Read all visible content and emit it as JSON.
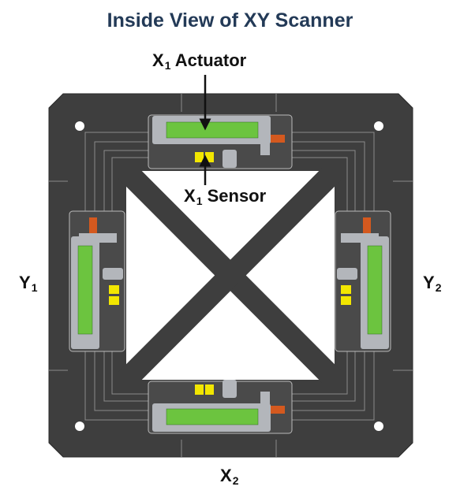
{
  "title": "Inside View of XY Scanner",
  "colors": {
    "title": "#233a57",
    "frame": "#3e3e3e",
    "frame_line": "#8a8a8a",
    "actuator_green": "#6cc43f",
    "mount_gray": "#b3b6bb",
    "sensor_yellow": "#f2e600",
    "coil_orange": "#d4591f",
    "background": "#ffffff"
  },
  "labels": {
    "x1_actuator": {
      "main": "X",
      "sub": "1",
      "rest": " Actuator"
    },
    "x1_sensor": {
      "main": "X",
      "sub": "1",
      "rest": " Sensor"
    },
    "y1": {
      "main": "Y",
      "sub": "1"
    },
    "y2": {
      "main": "Y",
      "sub": "2"
    },
    "x2": {
      "main": "X",
      "sub": "2"
    }
  }
}
